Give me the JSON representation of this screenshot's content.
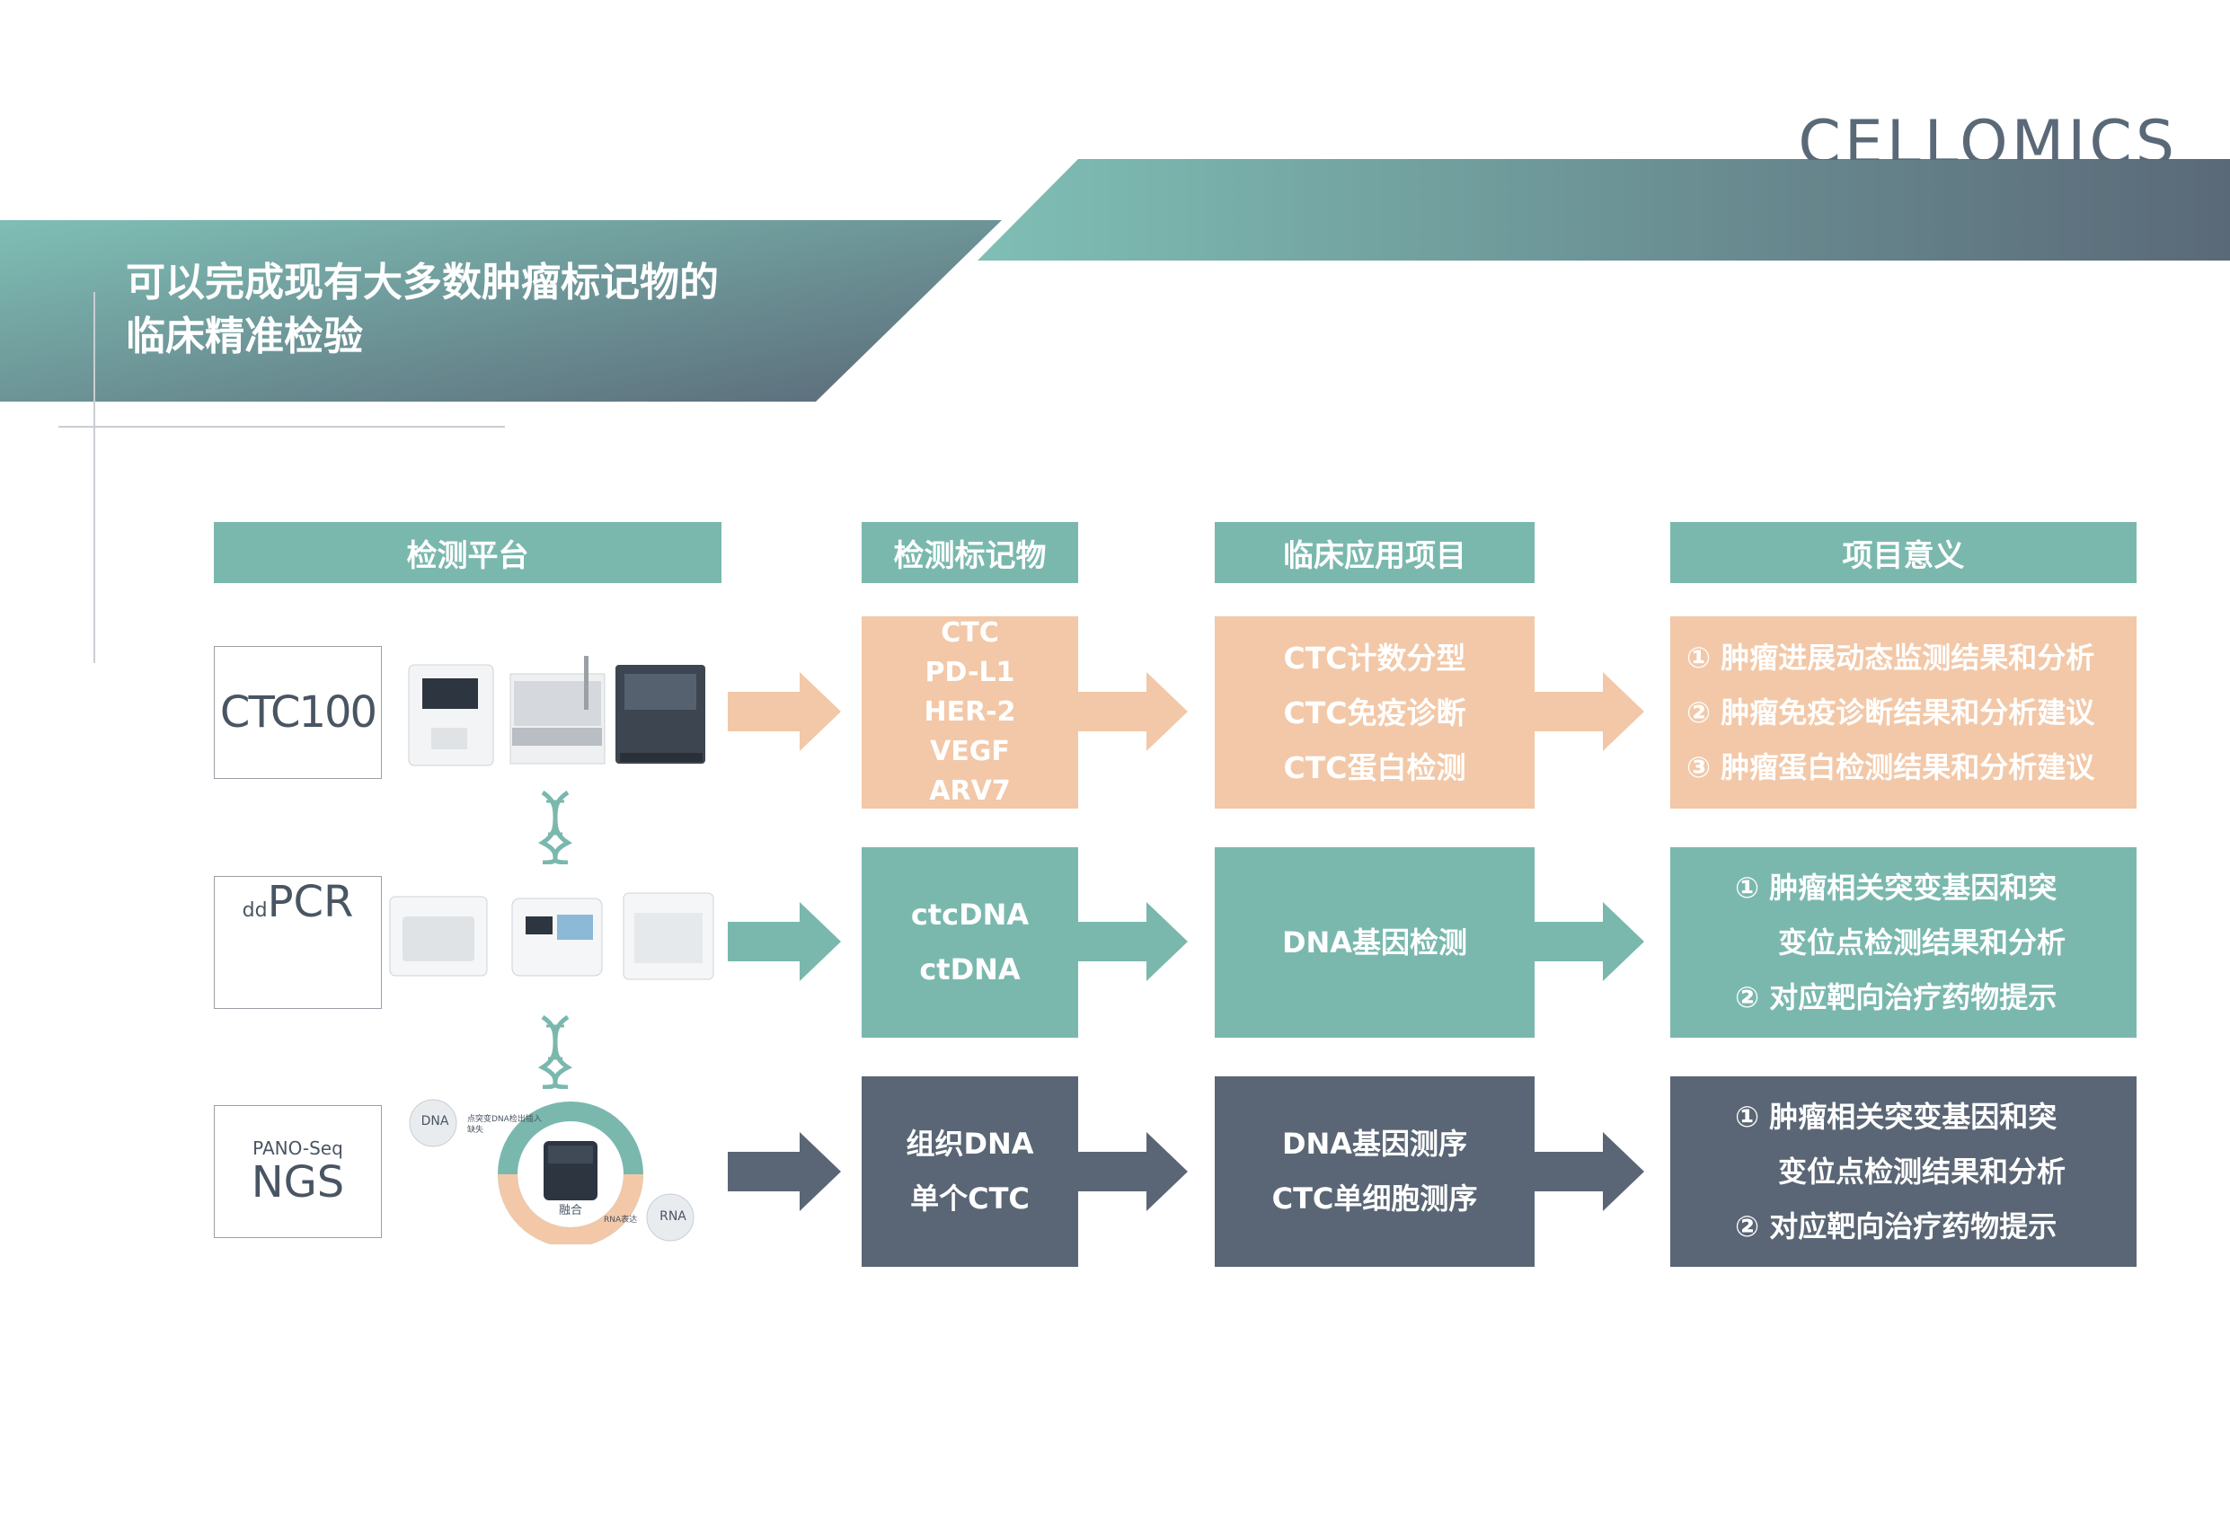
{
  "logo": "CELLOMICS",
  "title": {
    "line1": "可以完成现有大多数肿瘤标记物的",
    "line2": "临床精准检验"
  },
  "colors": {
    "teal": "#7ab8ae",
    "peach": "#f2c8a8",
    "slate": "#5a6675",
    "banner_start": "#7fbfb5",
    "banner_end": "#5a6978"
  },
  "headers": {
    "platform": "检测平台",
    "marker": "检测标记物",
    "application": "临床应用项目",
    "significance": "项目意义"
  },
  "rows": [
    {
      "platform_small": "",
      "platform_main": "CTC100",
      "markers": [
        "CTC",
        "PD-L1",
        "HER-2",
        "VEGF",
        "ARV7"
      ],
      "applications": [
        "CTC计数分型",
        "CTC免疫诊断",
        "CTC蛋白检测"
      ],
      "significance": [
        "① 肿瘤进展动态监测结果和分析",
        "② 肿瘤免疫诊断结果和分析建议",
        "③ 肿瘤蛋白检测结果和分析建议"
      ]
    },
    {
      "platform_small": "dd",
      "platform_main": "PCR",
      "markers": [
        "ctcDNA",
        "ctDNA"
      ],
      "applications": [
        "DNA基因检测"
      ],
      "significance": [
        "① 肿瘤相关突变基因和突",
        "变位点检测结果和分析",
        "② 对应靶向治疗药物提示"
      ]
    },
    {
      "platform_small": "PANO-Seq",
      "platform_main": "NGS",
      "markers": [
        "组织DNA",
        "单个CTC"
      ],
      "applications": [
        "DNA基因测序",
        "CTC单细胞测序"
      ],
      "significance": [
        "① 肿瘤相关突变基因和突",
        "变位点检测结果和分析",
        "② 对应靶向治疗药物提示"
      ]
    }
  ],
  "ngs_diagram": {
    "dna": "DNA",
    "rna": "RNA",
    "merge": "融合",
    "note_top": "点突变DNA检出插入缺失",
    "note_bottom": "RNA表达"
  }
}
